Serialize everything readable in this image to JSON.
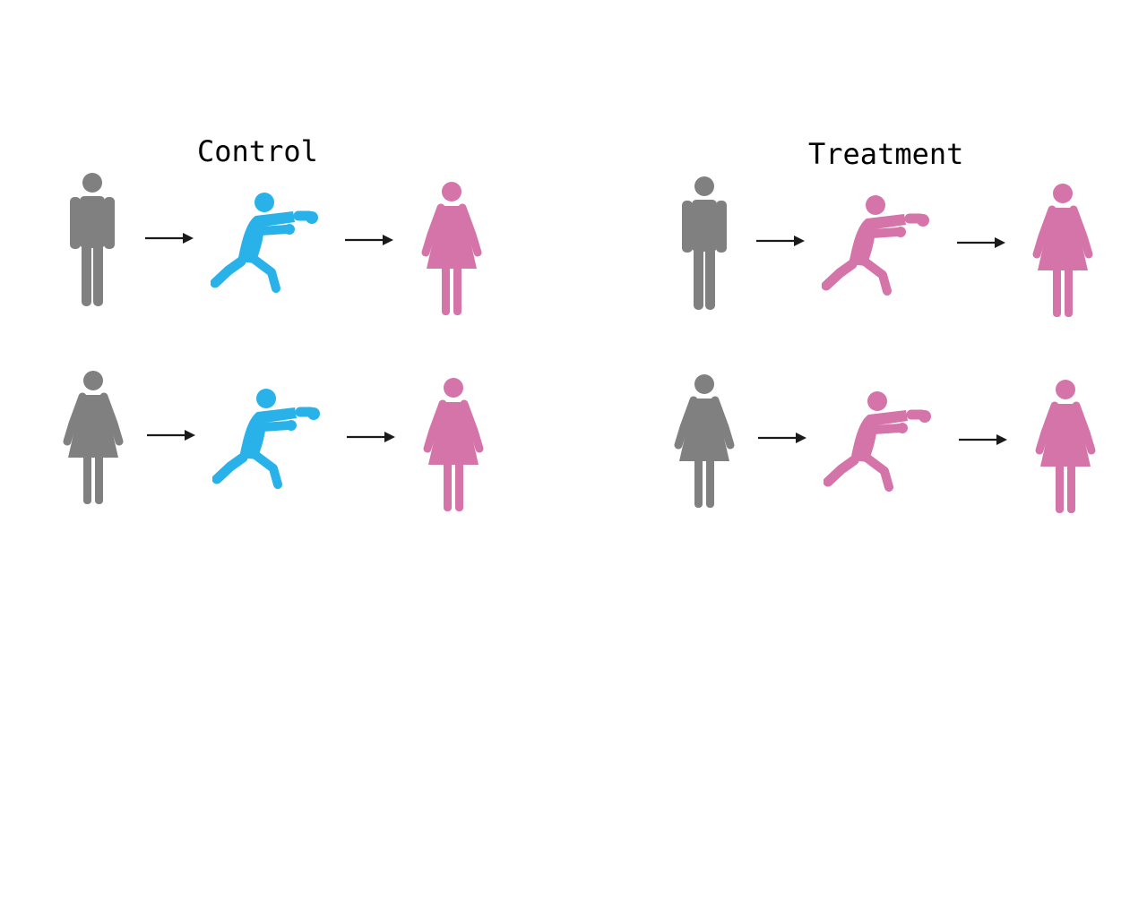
{
  "groups": [
    {
      "title": "Control",
      "boxer_color": "#29b2ea",
      "rows": [
        {
          "subject": "man",
          "subject_color": "#808080",
          "outcome": "woman",
          "outcome_color": "#d474a9"
        },
        {
          "subject": "woman",
          "subject_color": "#808080",
          "outcome": "woman",
          "outcome_color": "#d474a9"
        }
      ]
    },
    {
      "title": "Treatment",
      "boxer_color": "#d474a9",
      "rows": [
        {
          "subject": "man",
          "subject_color": "#808080",
          "outcome": "woman",
          "outcome_color": "#d474a9"
        },
        {
          "subject": "woman",
          "subject_color": "#808080",
          "outcome": "woman",
          "outcome_color": "#d474a9"
        }
      ]
    }
  ],
  "icons": {
    "man": "man-icon",
    "woman": "woman-icon",
    "boxer": "boxer-icon",
    "arrow": "right-arrow-icon"
  },
  "arrow_color": "#1a1a1a"
}
